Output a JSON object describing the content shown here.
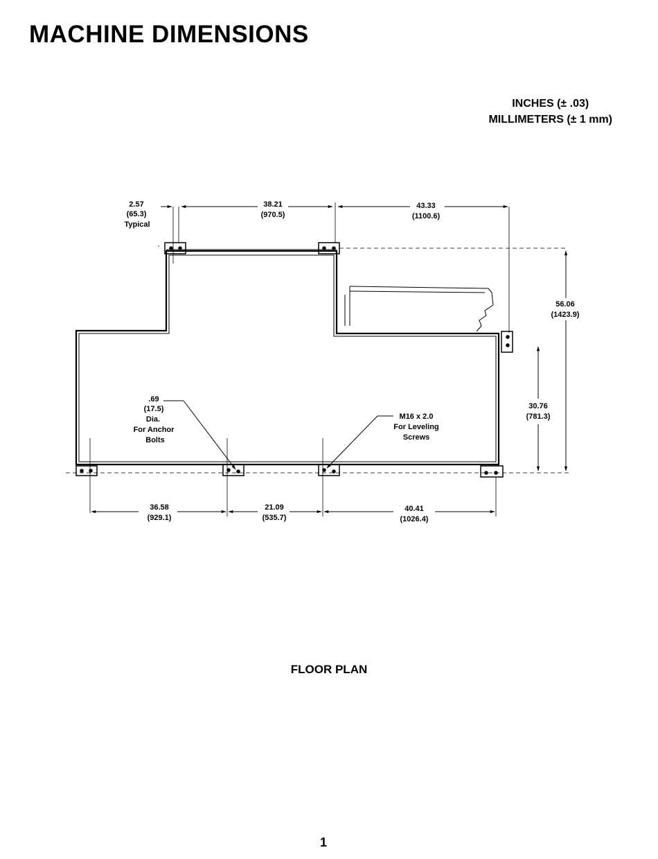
{
  "header": {
    "title": "MACHINE DIMENSIONS"
  },
  "units": {
    "inches": "INCHES (± .03)",
    "millimeters": "MILLIMETERS (± 1 mm)"
  },
  "diagram": {
    "dims": {
      "bracket_width": {
        "in": "2.57",
        "mm": "(65.3)",
        "note": "Typical"
      },
      "top_left_span": {
        "in": "38.21",
        "mm": "(970.5)"
      },
      "top_right_span": {
        "in": "43.33",
        "mm": "(1100.6)"
      },
      "overall_depth": {
        "in": "56.06",
        "mm": "(1423.9)"
      },
      "front_depth": {
        "in": "30.76",
        "mm": "(781.3)"
      },
      "bottom_span_1": {
        "in": "36.58",
        "mm": "(929.1)"
      },
      "bottom_span_2": {
        "in": "21.09",
        "mm": "(535.7)"
      },
      "bottom_span_3": {
        "in": "40.41",
        "mm": "(1026.4)"
      }
    },
    "callouts": {
      "anchor": {
        "line1": ".69",
        "line2": "(17.5)",
        "line3": "Dia.",
        "line4": "For Anchor",
        "line5": "Bolts"
      },
      "leveling": {
        "line1": "M16 x 2.0",
        "line2": "For Leveling",
        "line3": "Screws"
      }
    }
  },
  "footer": {
    "caption": "FLOOR PLAN",
    "page_number": "1"
  }
}
